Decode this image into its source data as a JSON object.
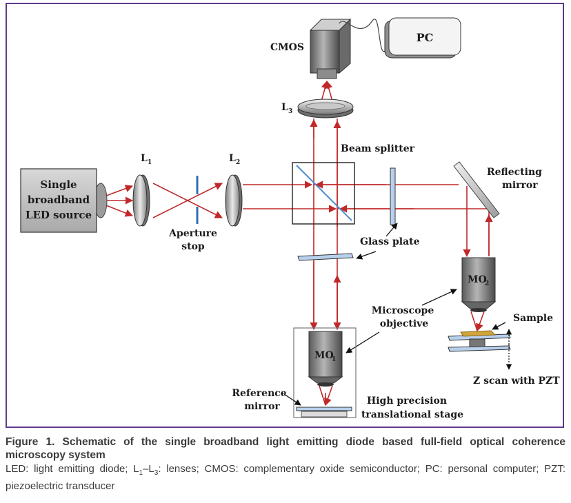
{
  "labels": {
    "cmos": "CMOS",
    "pc": "PC",
    "l3": "L",
    "l3_sub": "3",
    "l1": "L",
    "l1_sub": "1",
    "l2": "L",
    "l2_sub": "2",
    "beam_splitter": "Beam splitter",
    "reflecting_mirror_1": "Reflecting",
    "reflecting_mirror_2": "mirror",
    "source_1": "Single",
    "source_2": "broadband",
    "source_3": "LED source",
    "aperture_1": "Aperture",
    "aperture_2": "stop",
    "glass_plate": "Glass plate",
    "mo2": "MO",
    "mo2_sub": "2",
    "mo1": "MO",
    "mo1_sub": "1",
    "microscope_1": "Microscope",
    "microscope_2": "objective",
    "sample": "Sample",
    "z_scan": "Z scan with PZT",
    "reference_1": "Reference",
    "reference_2": "mirror",
    "stage_1": "High precision",
    "stage_2": "translational stage"
  },
  "caption": {
    "title": "Figure 1. Schematic of the single broadband light emitting diode based full-field optical coherence microscopy system",
    "legend_a": "LED: light emitting diode; L",
    "legend_sub1": "1",
    "legend_dash": "–L",
    "legend_sub3": "3",
    "legend_b": ": lenses; CMOS: complementary oxide semiconductor; PC: personal computer; PZT: piezoelectric transducer"
  },
  "colors": {
    "beam": "#c0282a",
    "frame": "#5e3a8c",
    "plate": "#b8d0ec",
    "aperture": "#2f6db5"
  }
}
